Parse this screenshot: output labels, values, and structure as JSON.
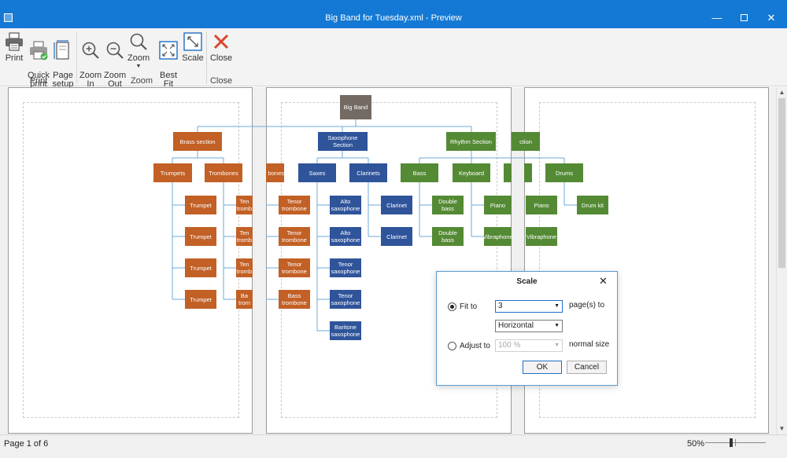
{
  "window": {
    "title": "Big Band for Tuesday.xml - Preview",
    "minimize_glyph": "—",
    "close_glyph": "✕"
  },
  "ribbon": {
    "buttons": {
      "print": "Print",
      "quick_print": "Quick\nprint",
      "page_setup": "Page\nsetup",
      "zoom_in": "Zoom\nIn",
      "zoom_out": "Zoom\nOut",
      "zoom": "Zoom",
      "best_fit": "Best\nFit",
      "scale": "Scale",
      "close": "Close"
    },
    "groups": {
      "print": "Print",
      "zoom": "Zoom",
      "close": "Close"
    }
  },
  "diagram": {
    "root": "Big Band",
    "sections": {
      "brass": "Brass section",
      "saxophone": "Saxophone\nSection",
      "rhythm": "Rhythm Section",
      "rhythm_fragment": "ction"
    },
    "brass": {
      "trumpets": "Trumpets",
      "trombones": "Trombones",
      "trombones_fragment": "bones",
      "trumpet_items": [
        "Trumpet",
        "Trumpet",
        "Trumpet",
        "Trumpet"
      ],
      "trombone_fragments": [
        "Ten\ntromb",
        "Ten\ntromb",
        "Ten\ntromb",
        "Ba\ntrom"
      ],
      "trombone_items": [
        "Tenor\ntrombone",
        "Tenor\ntrombone",
        "Tenor\ntrombone",
        "Bass\ntrombone"
      ]
    },
    "sax": {
      "saxes": "Saxes",
      "clarinets": "Clarinets",
      "sax_items": [
        "Alto\nsaxophone",
        "Alto\nsaxophone",
        "Tenor\nsaxophone",
        "Tenor\nsaxophone",
        "Baritone\nsaxophone"
      ],
      "clarinet_items": [
        "Clarinet",
        "Clarinet"
      ]
    },
    "rhythm": {
      "bass": "Bass",
      "keyboard": "Keyboard",
      "drums": "Drums",
      "bass_items": [
        "Double\nbass",
        "Double\nbass"
      ],
      "keyboard_items": [
        "Piano",
        "Vibraphone"
      ],
      "keyboard_items_page3": [
        "Piano",
        "Vibraphone"
      ],
      "drum_items": [
        "Drum kit"
      ]
    }
  },
  "scale_dialog": {
    "title": "Scale",
    "close_glyph": "✕",
    "fit_to_label": "Fit to",
    "fit_to_value": "3",
    "pages_to_label": "page(s) to",
    "direction_value": "Horizontal",
    "adjust_to_label": "Adjust to",
    "adjust_to_value": "100 %",
    "normal_size_label": "normal size",
    "ok_label": "OK",
    "cancel_label": "Cancel",
    "selected_option": "Fit to"
  },
  "statusbar": {
    "page_info": "Page 1 of 6",
    "zoom_level": "50%"
  },
  "colors": {
    "titlebar": "#1479d4",
    "brass": "#c26025",
    "sax": "#2f549a",
    "rhythm": "#558a35",
    "root": "#736a63",
    "connector": "#6ea9d8"
  }
}
